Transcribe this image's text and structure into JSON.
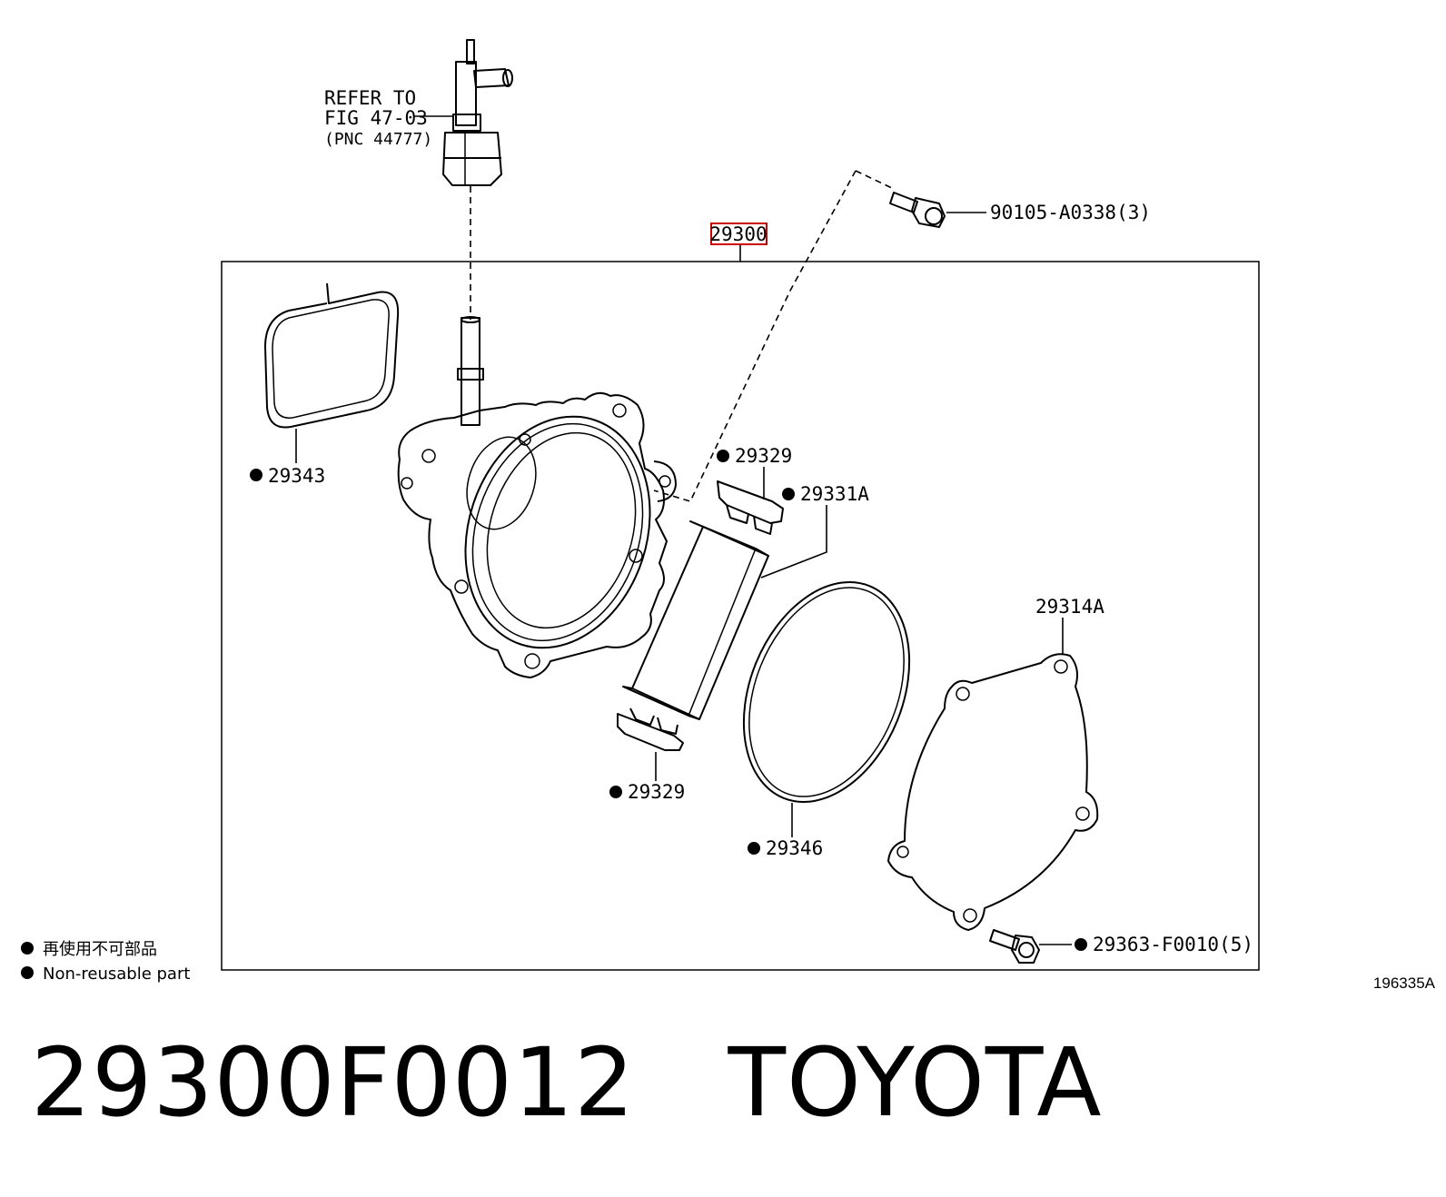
{
  "callouts": {
    "refer_line1": "REFER TO",
    "refer_line2": "FIG 47-03",
    "refer_line3": "(PNC 44777)",
    "bolt_top": "90105-A0338(3)",
    "assembly": "29300",
    "gasket_left": "29343",
    "cap_upper": "29329",
    "filter": "29331A",
    "cover": "29314A",
    "cap_lower": "29329",
    "oring": "29346",
    "bolt_bottom": "29363-F0010(5)"
  },
  "legend": {
    "line_jp": "再使用不可部品",
    "line_en": "Non-reusable part"
  },
  "figure_id": "196335A",
  "caption": {
    "part_number": "29300F0012",
    "brand": "TOYOTA"
  },
  "colors": {
    "highlight_box": "#cc0000",
    "line": "#000000"
  }
}
